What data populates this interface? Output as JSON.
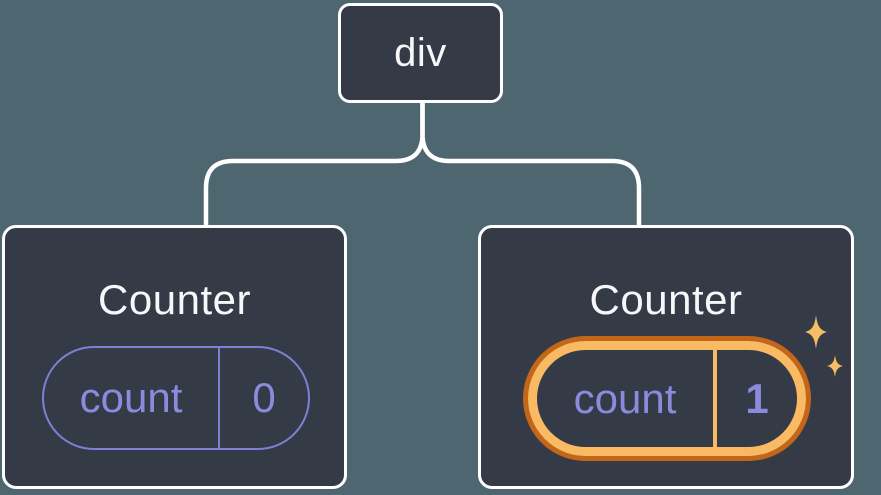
{
  "diagram": {
    "root": {
      "label": "div"
    },
    "children": [
      {
        "title": "Counter",
        "state": {
          "key": "count",
          "value": "0"
        },
        "highlighted": false
      },
      {
        "title": "Counter",
        "state": {
          "key": "count",
          "value": "1"
        },
        "highlighted": true
      }
    ]
  },
  "icons": {
    "sparkle_large": "sparkle-icon",
    "sparkle_small": "sparkle-icon"
  },
  "colors": {
    "background": "#4D6670",
    "node_background": "#343A46",
    "node_border": "#FFFFFF",
    "connector": "#FFFFFF",
    "state_purple": "#8B8BDE",
    "state_purple_border": "#7F7FD6",
    "highlight_orange_light": "#F9BA63",
    "highlight_orange_dark": "#C4661A",
    "sparkle": "#F7BD66",
    "text": "#F6F7F9"
  }
}
